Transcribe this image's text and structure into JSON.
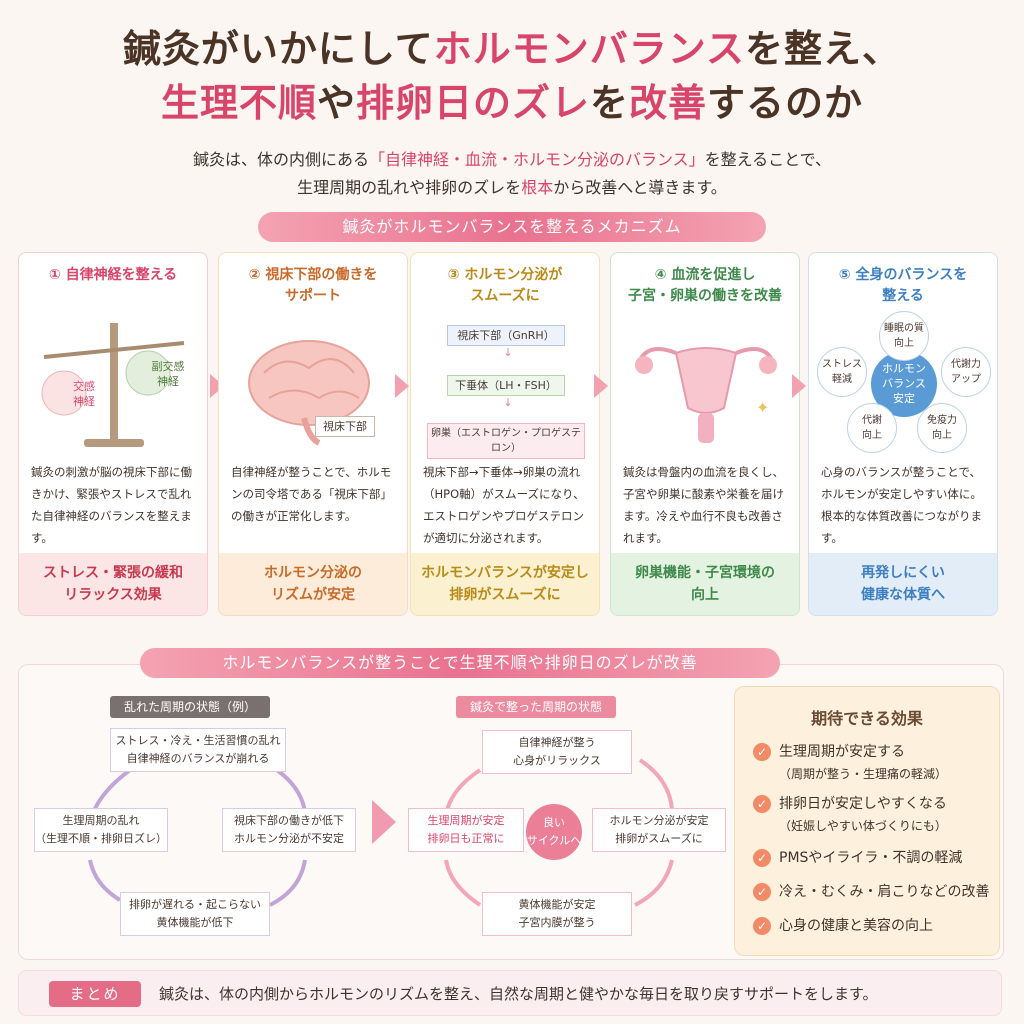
{
  "title": {
    "line1_a": "鍼灸がいかにして",
    "line1_b": "ホルモンバランス",
    "line1_c": "を整え、",
    "line2_a": "生理不順",
    "line2_b": "や",
    "line2_c": "排卵日のズレ",
    "line2_d": "を",
    "line2_e": "改善",
    "line2_f": "するのか"
  },
  "lead": {
    "line1_a": "鍼灸は、体の内側にある",
    "line1_b": "「自律神経・血流・ホルモン分泌のバランス」",
    "line1_c": "を整えることで、",
    "line2_a": "生理周期の乱れや排卵のズレを",
    "line2_b": "根本",
    "line2_c": "から改善へと導きます。"
  },
  "mechanism_banner": "鍼灸がホルモンバランスを整えるメカニズム",
  "steps": [
    {
      "head": "① 自律神経を整える",
      "desc": "鍼灸の刺激が脳の視床下部に働きかけ、緊張やストレスで乱れた自律神経のバランスを整えます。",
      "foot": "ストレス・緊張の緩和\nリラックス効果",
      "labels": [
        "交感\n神経",
        "副交感\n神経"
      ]
    },
    {
      "head": "② 視床下部の働きを\nサポート",
      "desc": "自律神経が整うことで、ホルモンの司令塔である「視床下部」の働きが正常化します。",
      "foot": "ホルモン分泌の\nリズムが安定",
      "labels": [
        "視床下部"
      ]
    },
    {
      "head": "③ ホルモン分泌が\nスムーズに",
      "desc": "視床下部→下垂体→卵巣の流れ（HPO軸）がスムーズになり、エストロゲンやプロゲステロンが適切に分泌されます。",
      "foot": "ホルモンバランスが安定し\n排卵がスムーズに",
      "labels": [
        "視床下部（GnRH）",
        "下垂体（LH・FSH）",
        "卵巣（エストロゲン・プロゲステロン）"
      ]
    },
    {
      "head": "④ 血流を促進し\n子宮・卵巣の働きを改善",
      "desc": "鍼灸は骨盤内の血流を良くし、子宮や卵巣に酸素や栄養を届けます。冷えや血行不良も改善されます。",
      "foot": "卵巣機能・子宮環境の\n向上",
      "labels": []
    },
    {
      "head": "⑤ 全身のバランスを\n整える",
      "desc": "心身のバランスが整うことで、ホルモンが安定しやすい体に。根本的な体質改善につながります。",
      "foot": "再発しにくい\n健康な体質へ",
      "labels": [
        "ホルモン\nバランス\n安定",
        "睡眠の質\n向上",
        "代謝力\nアップ",
        "免疫力\n向上",
        "代謝\n向上",
        "ストレス\n軽減"
      ]
    }
  ],
  "result_banner": "ホルモンバランスが整うことで生理不順や排卵日のズレが改善",
  "bad_cycle": {
    "tag": "乱れた周期の状態（例）",
    "top": "ストレス・冷え・生活習慣の乱れ\n自律神経のバランスが崩れる",
    "right": "視床下部の働きが低下\nホルモン分泌が不安定",
    "bottom": "排卵が遅れる・起こらない\n黄体機能が低下",
    "left": "生理周期の乱れ\n（生理不順・排卵日ズレ）"
  },
  "good_cycle": {
    "tag": "鍼灸で整った周期の状態",
    "top": "自律神経が整う\n心身がリラックス",
    "right": "ホルモン分泌が安定\n排卵がスムーズに",
    "bottom": "黄体機能が安定\n子宮内膜が整う",
    "left": "生理周期が安定\n排卵日も正常に",
    "center": "良い\nサイクルへ"
  },
  "effects": {
    "heading": "期待できる効果",
    "items": [
      {
        "main": "生理周期が安定する",
        "sub": "（周期が整う・生理痛の軽減）"
      },
      {
        "main": "排卵日が安定しやすくなる",
        "sub": "（妊娠しやすい体づくりにも）"
      },
      {
        "main": "PMSやイライラ・不調の軽減",
        "sub": ""
      },
      {
        "main": "冷え・むくみ・肩こりなどの改善",
        "sub": ""
      },
      {
        "main": "心身の健康と美容の向上",
        "sub": ""
      }
    ]
  },
  "summary": {
    "tag": "まとめ",
    "text": "鍼灸は、体の内側からホルモンのリズムを整え、自然な周期と健やかな毎日を取り戻すサポートをします。"
  },
  "colors": {
    "accent": "#d9456a",
    "step1": "#f6d6d6",
    "step2": "#f8e1c7",
    "step3": "#f7e8bd",
    "step4": "#dceedd",
    "step5": "#d9e8f5"
  }
}
